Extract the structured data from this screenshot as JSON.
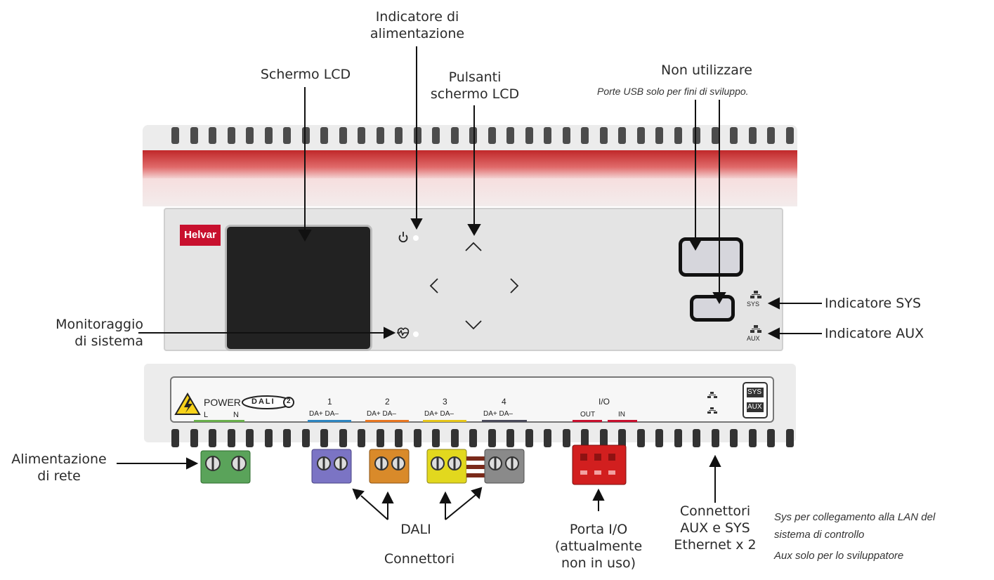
{
  "labels": {
    "power_indicator": [
      "Indicatore di",
      "alimentazione"
    ],
    "lcd_screen": "Schermo LCD",
    "lcd_buttons": [
      "Pulsanti",
      "schermo LCD"
    ],
    "do_not_use": "Non utilizzare",
    "usb_note": "Porte USB solo per fini di sviluppo.",
    "system_monitor": [
      "Monitoraggio",
      "di sistema"
    ],
    "sys_indicator": "Indicatore SYS",
    "aux_indicator": "Indicatore AUX",
    "mains_power": [
      "Alimentazione",
      "di rete"
    ],
    "dali": "DALI",
    "connectors": "Connettori",
    "io_port": [
      "Porta I/O",
      "(attualmente",
      "non in uso)"
    ],
    "ethernet": [
      "Connettori",
      "AUX e SYS",
      "Ethernet x 2"
    ],
    "sys_note": [
      "Sys per collegamento alla LAN del",
      "sistema di controllo"
    ],
    "aux_note": "Aux solo per lo sviluppatore"
  },
  "device": {
    "brand": "Helvar",
    "power_label": "POWER",
    "l": "L",
    "n": "N",
    "dali_logo": "DALI",
    "dali_logo_num": "2",
    "dali_channels": [
      "1",
      "2",
      "3",
      "4"
    ],
    "da_label": "DA+ DA–",
    "io": "I/O",
    "out": "OUT",
    "in": "IN",
    "sys": "SYS",
    "aux": "AUX"
  },
  "colors": {
    "helvar_red": "#c8102e",
    "terminal_green": "#5aa35a",
    "terminal_purple": "#7b74c4",
    "terminal_orange": "#d98a2a",
    "terminal_yellow": "#e2d81e",
    "terminal_grey": "#8a8a8a",
    "io_red": "#d21f1f",
    "dali_line_1": "#2e86c1",
    "dali_line_2": "#e87722",
    "dali_line_3": "#e6c619",
    "dali_line_4": "#4a4a5a",
    "power_line": "#6ab04c"
  },
  "icons": [
    "power-icon",
    "heartbeat-icon",
    "chevron-up-icon",
    "chevron-left-icon",
    "chevron-right-icon",
    "chevron-down-icon",
    "network-icon",
    "warning-icon"
  ]
}
